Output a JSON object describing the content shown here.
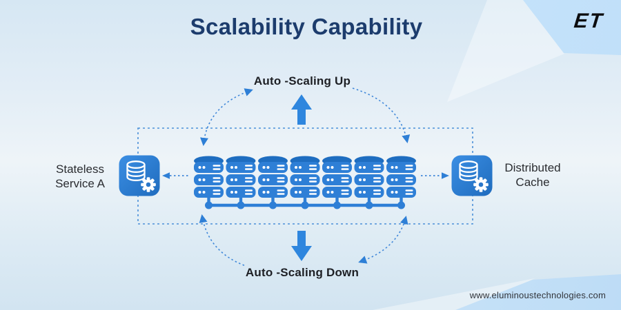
{
  "page": {
    "title": "Scalability Capability",
    "brand_logo": "ET",
    "website": "www.eluminoustechnologies.com"
  },
  "diagram": {
    "top_label": "Auto -Scaling Up",
    "bottom_label": "Auto -Scaling Down",
    "left_node": {
      "label": "Stateless\nService A",
      "icon": "database-gear-icon"
    },
    "right_node": {
      "label": "Distributed\nCache",
      "icon": "database-gear-icon"
    },
    "cluster": {
      "database_count": 7,
      "icon": "database-stack-icon"
    },
    "colors": {
      "primary_blue": "#2E7FD6",
      "dark_band_blue": "#1E6DC0",
      "dashed_blue": "#4A8FD8",
      "title_navy": "#1C3C6D",
      "label_dark": "#1F2125",
      "corner_light_blue": "#C6E3FA",
      "logo_black": "#0C0D0F"
    }
  }
}
